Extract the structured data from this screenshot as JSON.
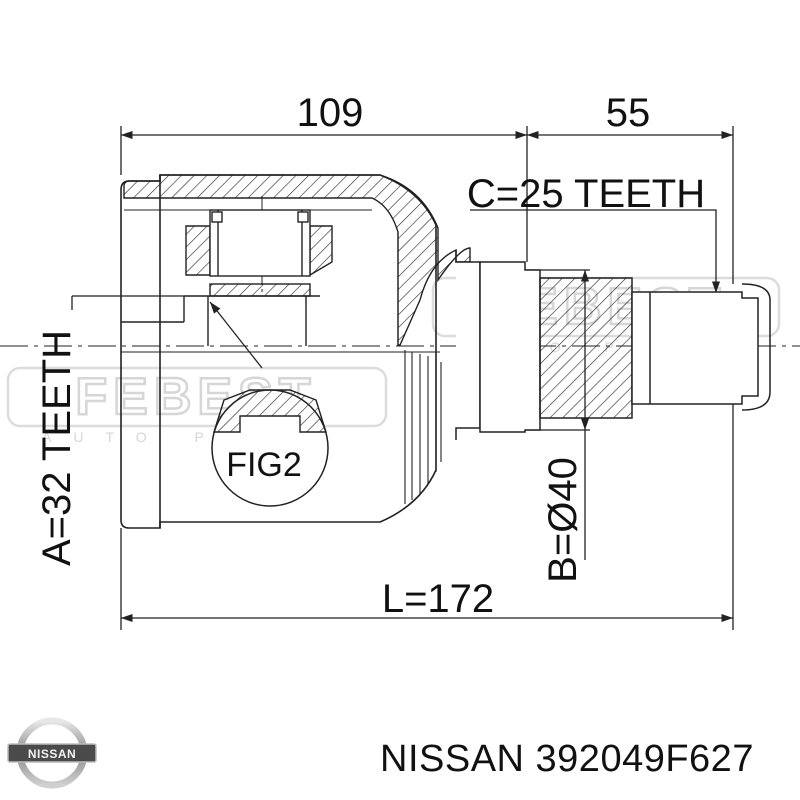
{
  "drawing": {
    "dim_top_left": "109",
    "dim_top_right": "55",
    "spline_c": "C=25 TEETH",
    "spline_a": "A=32 TEETH",
    "diameter_b": "B=Ø40",
    "length_l": "L=172",
    "fig_label": "FIG2",
    "watermark_brand": "FEBEST",
    "watermark_sub": "AUTO PARTS"
  },
  "footer": {
    "logo_text": "NISSAN",
    "part_label": "NISSAN 392049F627"
  },
  "colors": {
    "line": "#222222",
    "watermark": "#d6d6d6",
    "background": "#ffffff"
  }
}
